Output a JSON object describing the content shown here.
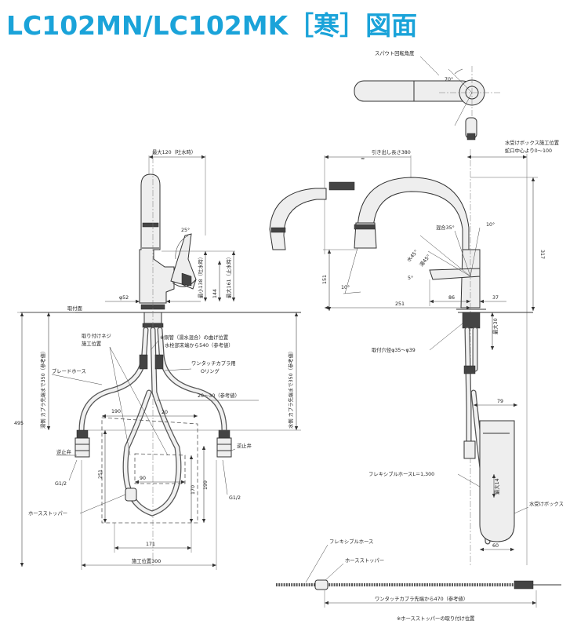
{
  "title": "LC102MN/LC102MK［寒］図面",
  "top_view": {
    "label": "スパウト回転角度",
    "angle": "70°"
  },
  "front": {
    "max120": "最大120（吐水時）",
    "angle25": "25°",
    "min138": "最小138（吐水時）",
    "max161": "最大161（止水時）",
    "dim144": "144",
    "phi52": "φ52",
    "mount_surface": "取付面",
    "screw_pos_1": "取り付けネジ",
    "screw_pos_2": "施工位置",
    "bend_1": "※銅管（湯水混合）の曲げ位置",
    "bend_2": "水栓部末端から540（参考値）",
    "coupler_1": "ワンタッチカプラ用",
    "coupler_2": "Oリング",
    "ref_20_30": "20～30（参考値）",
    "braid_hose": "ブレードホース",
    "hot_label": "湯側 カプラ先端まで350（参考値）",
    "cold_label": "水側 カプラ先端まで350（参考値）",
    "dim495": "495",
    "dim190": "190",
    "dim20": "20",
    "check_valve_l": "逆止弁",
    "check_valve_r": "逆止弁",
    "g12_l": "G1/2",
    "g12_r": "G1/2",
    "dim251": "251",
    "dim90": "90",
    "dim170": "170",
    "dim199": "199",
    "hose_stopper": "ホースストッパー",
    "dim171": "171",
    "install_pos": "施工位置300"
  },
  "side": {
    "pull_len": "引き出し長さ380",
    "box_1": "水受けボックス施工位置",
    "box_2": "蛇口中心より0～100",
    "angle10a": "10°",
    "mix35": "混合35°",
    "water45": "水45°",
    "hot45": "湯45°",
    "dim5": "5°",
    "angle10b": "10°",
    "dim151": "151",
    "dim317": "317",
    "dim251": "251",
    "dim86": "86",
    "dim37": "37",
    "dim30": "最大30",
    "hole": "取付穴径φ35～φ39",
    "dim79": "79",
    "flex": "フレキシブルホースL＝1,300",
    "dim14": "最大14",
    "box": "水受けボックス",
    "dim60": "60"
  },
  "bottom": {
    "flex": "フレキシブルホース",
    "stopper": "ホースストッパー",
    "coupler": "ワンタッチカプラ先端から470（参考値）",
    "note": "※ホースストッパーの取り付け位置"
  }
}
